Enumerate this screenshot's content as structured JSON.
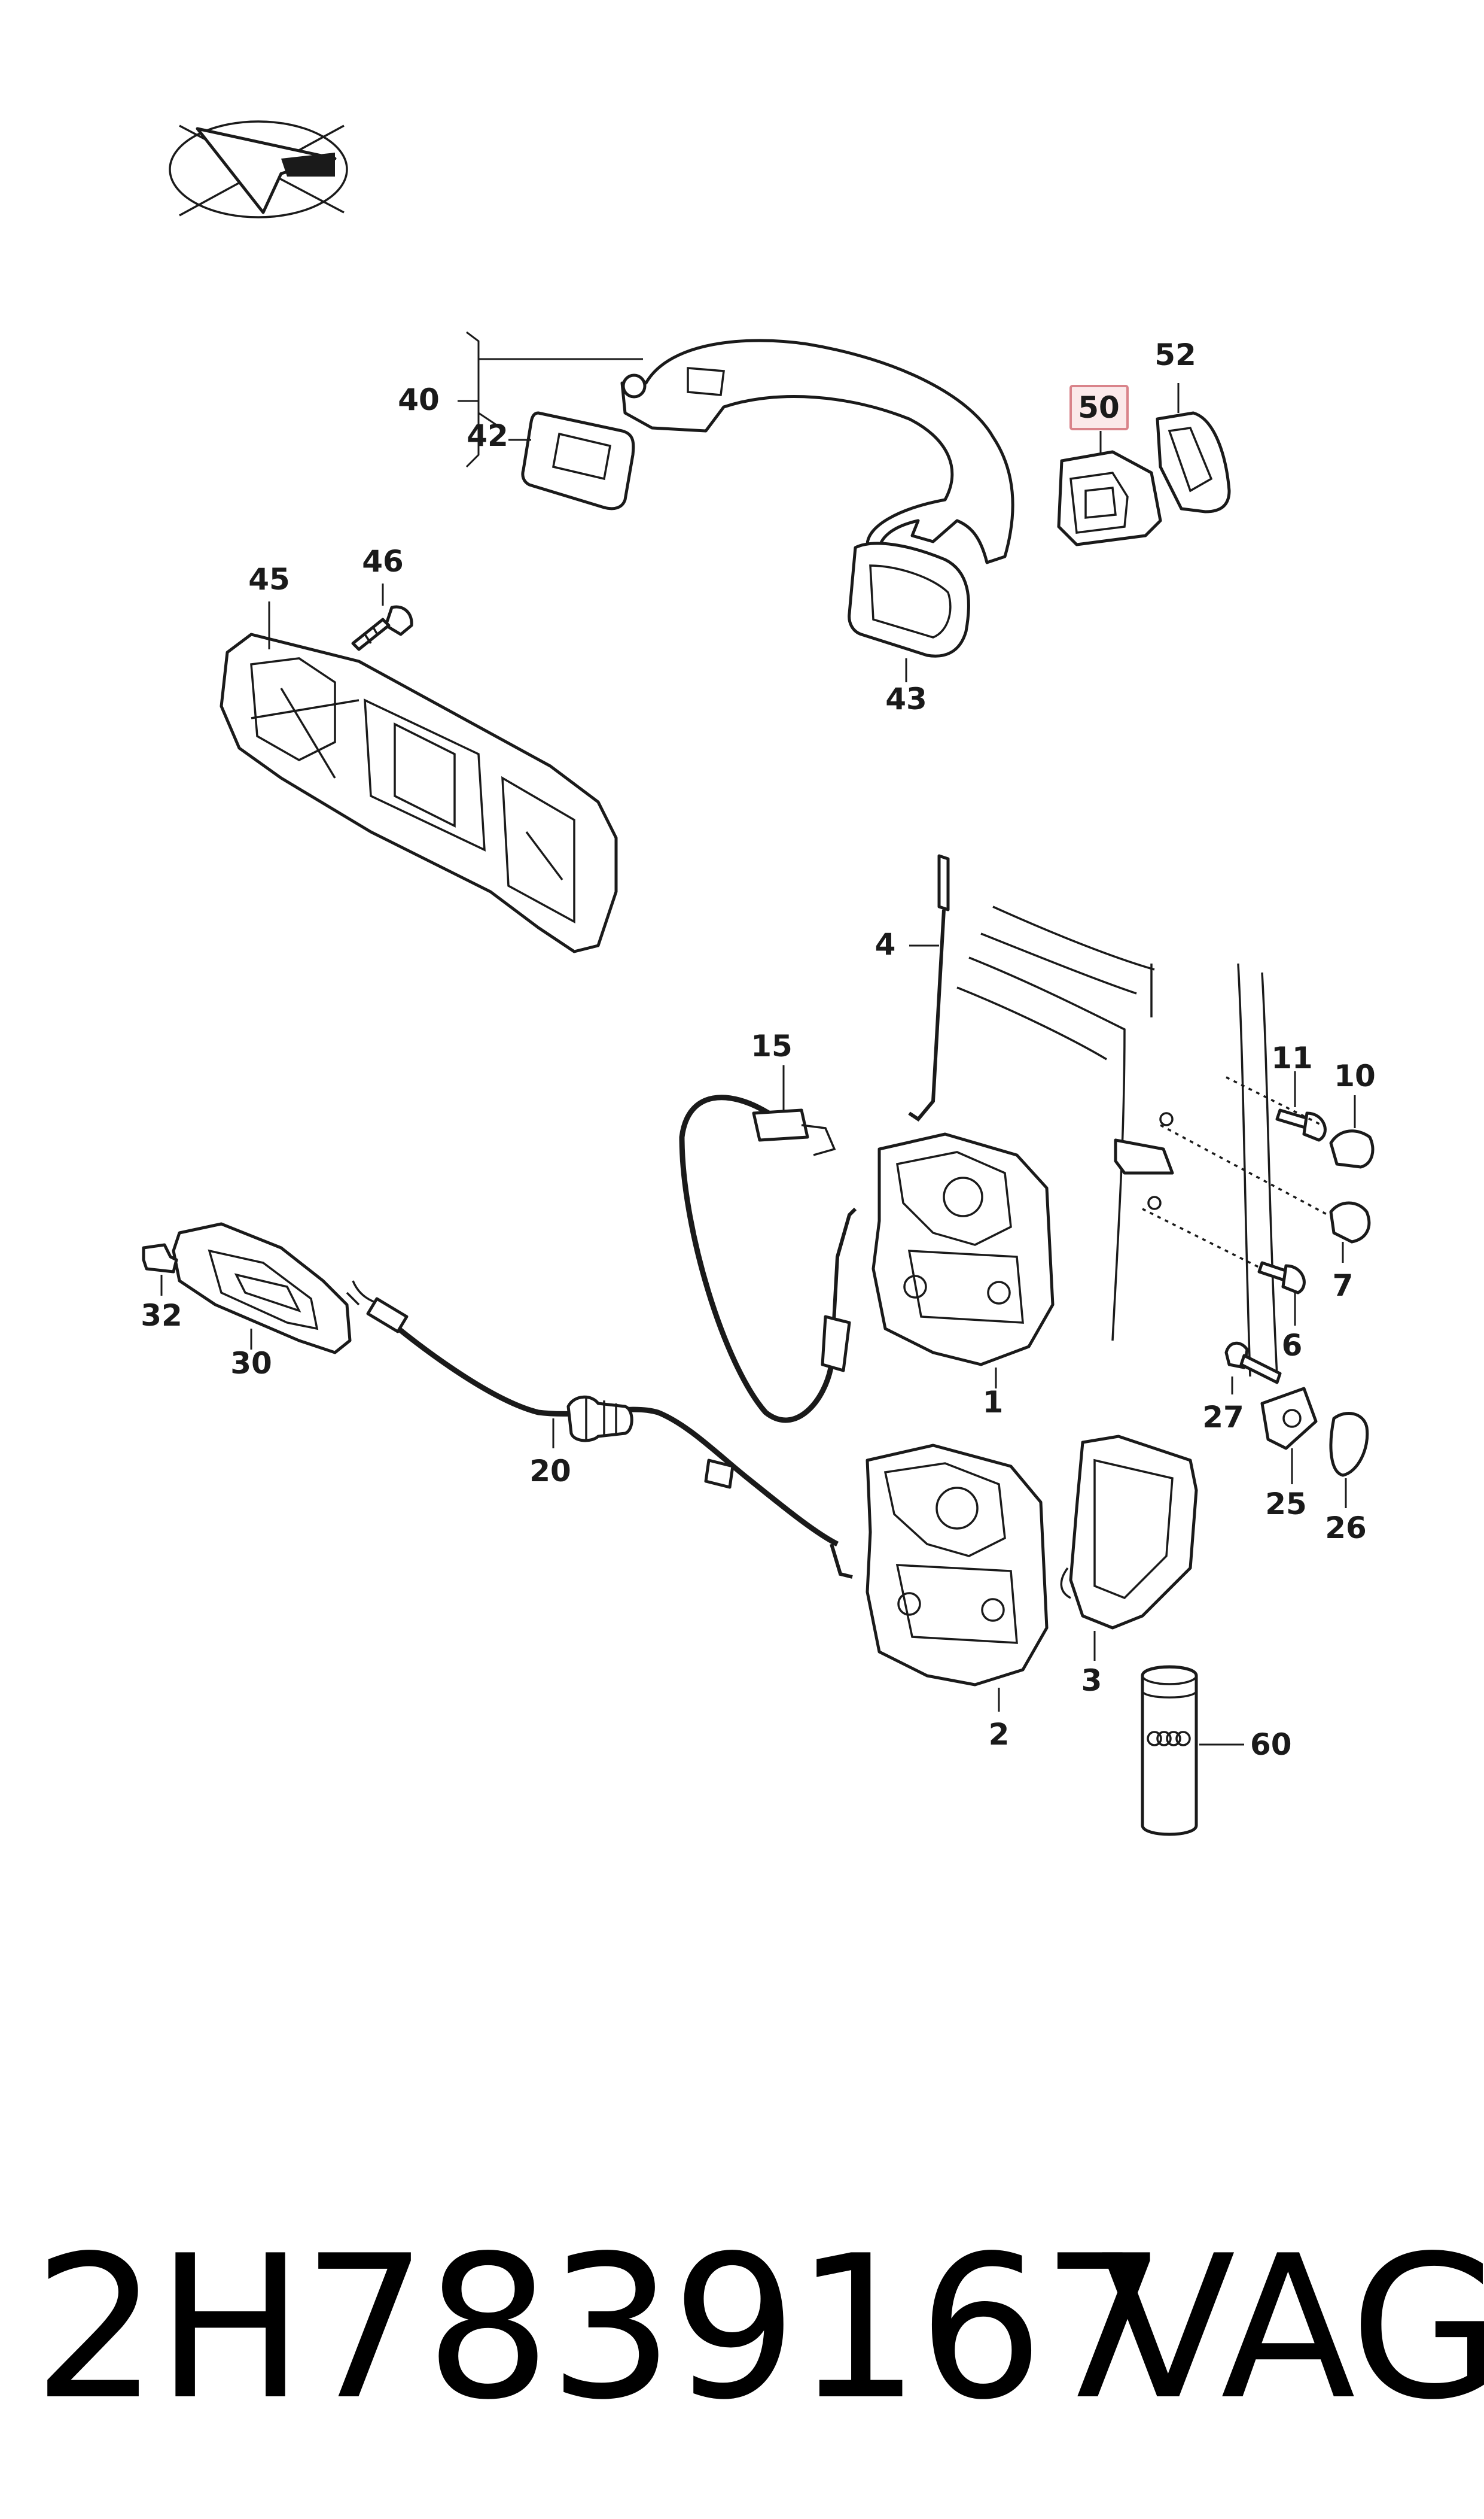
{
  "diagram": {
    "labels": {
      "l1": "1",
      "l2": "2",
      "l3": "3",
      "l4": "4",
      "l6": "6",
      "l7": "7",
      "l10": "10",
      "l11": "11",
      "l15": "15",
      "l20": "20",
      "l25": "25",
      "l26": "26",
      "l27": "27",
      "l30": "30",
      "l32": "32",
      "l40": "40",
      "l42": "42",
      "l43": "43",
      "l45": "45",
      "l46": "46",
      "l50": "50",
      "l52": "52",
      "l60": "60"
    },
    "highlighted_label": "50",
    "highlight_color": "#d9838a"
  },
  "caption": {
    "part_number": "2H7839167",
    "brand": "VAG"
  }
}
